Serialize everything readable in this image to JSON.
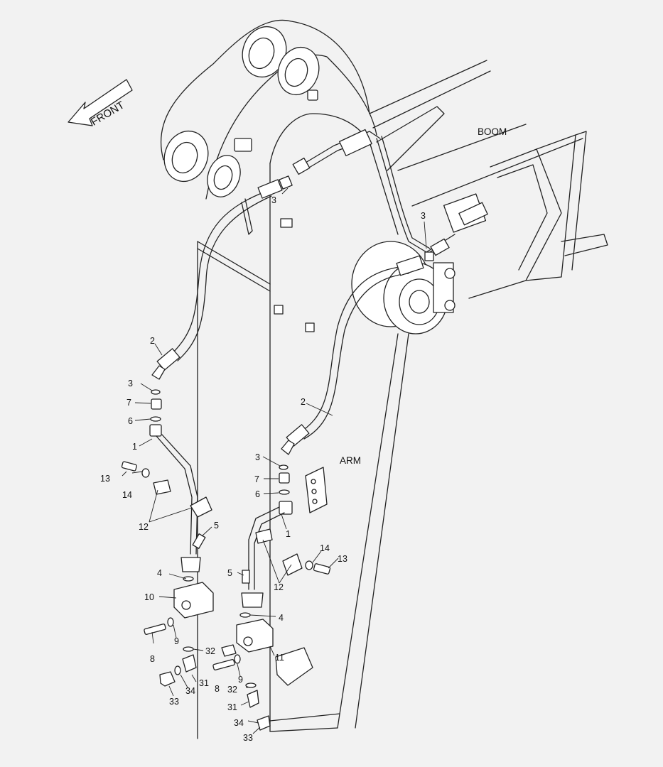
{
  "labels": {
    "front": "FRONT",
    "boom": "BOOM",
    "arm": "ARM"
  },
  "callouts": {
    "c3a": "3",
    "c3b": "3",
    "c3c": "3",
    "c3d": "3",
    "c2a": "2",
    "c2b": "2",
    "c7a": "7",
    "c7b": "7",
    "c6a": "6",
    "c6b": "6",
    "c1a": "1",
    "c1b": "1",
    "c13a": "13",
    "c13b": "13",
    "c14a": "14",
    "c14b": "14",
    "c12a": "12",
    "c12b": "12",
    "c5a": "5",
    "c5b": "5",
    "c4a": "4",
    "c4b": "4",
    "c10": "10",
    "c11": "11",
    "c9a": "9",
    "c9b": "9",
    "c8a": "8",
    "c8b": "8",
    "c32a": "32",
    "c32b": "32",
    "c31a": "31",
    "c31b": "31",
    "c34a": "34",
    "c34b": "34",
    "c33a": "33",
    "c33b": "33"
  }
}
